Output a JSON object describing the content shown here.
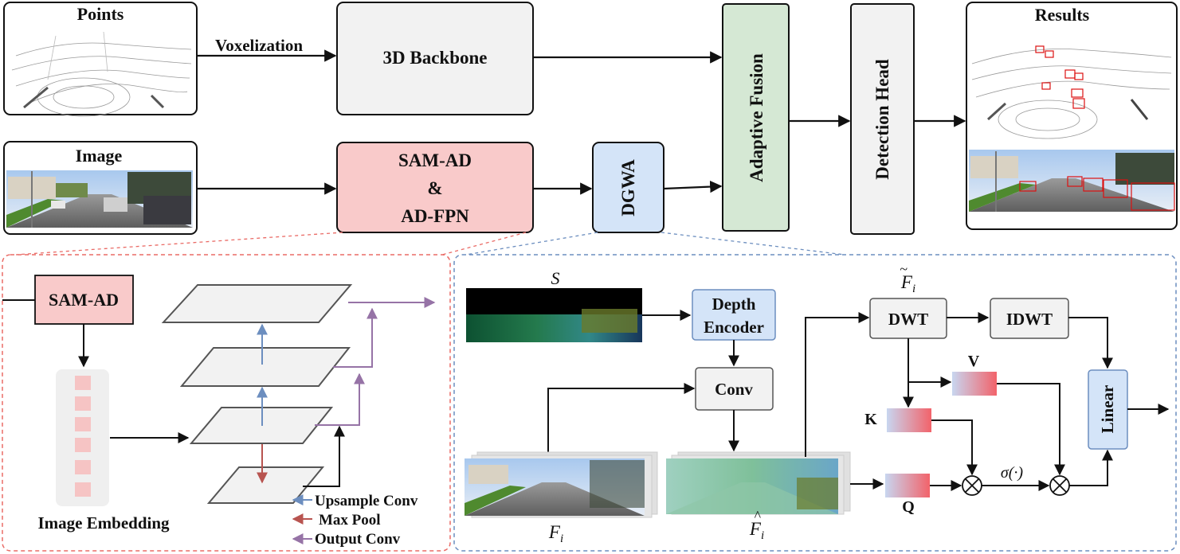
{
  "top": {
    "points_title": "Points",
    "image_title": "Image",
    "results_title": "Results",
    "voxelization": "Voxelization",
    "backbone_3d": "3D Backbone",
    "sam_ad_line1": "SAM-AD",
    "sam_ad_line2": "&",
    "sam_ad_line3": "AD-FPN",
    "dgwa": "DGWA",
    "adaptive_fusion": "Adaptive Fusion",
    "detection_head": "Detection Head"
  },
  "left_panel": {
    "sam_ad": "SAM-AD",
    "image_embedding": "Image Embedding",
    "legend": {
      "upsample": "Upsample Conv",
      "maxpool": "Max Pool",
      "output": "Output Conv"
    }
  },
  "right_panel": {
    "s_label": "S",
    "depth_encoder_line1": "Depth",
    "depth_encoder_line2": "Encoder",
    "conv": "Conv",
    "dwt": "DWT",
    "idwt": "IDWT",
    "linear": "Linear",
    "k": "K",
    "v": "V",
    "q": "Q",
    "sigma": "σ(·)",
    "f_i": "F",
    "f_i_sub": "i",
    "f_tilde": "F",
    "f_hat": "F"
  },
  "colors": {
    "sam_fill": "#f9caca",
    "dgwa_fill": "#d4e4f8",
    "fusion_fill": "#d5e8d4",
    "gray_fill": "#f2f2f2",
    "upsample": "#6c8ebf",
    "maxpool": "#b85450",
    "output": "#9673a6",
    "left_border": "#ea6b66",
    "right_border": "#6c8ebf"
  }
}
